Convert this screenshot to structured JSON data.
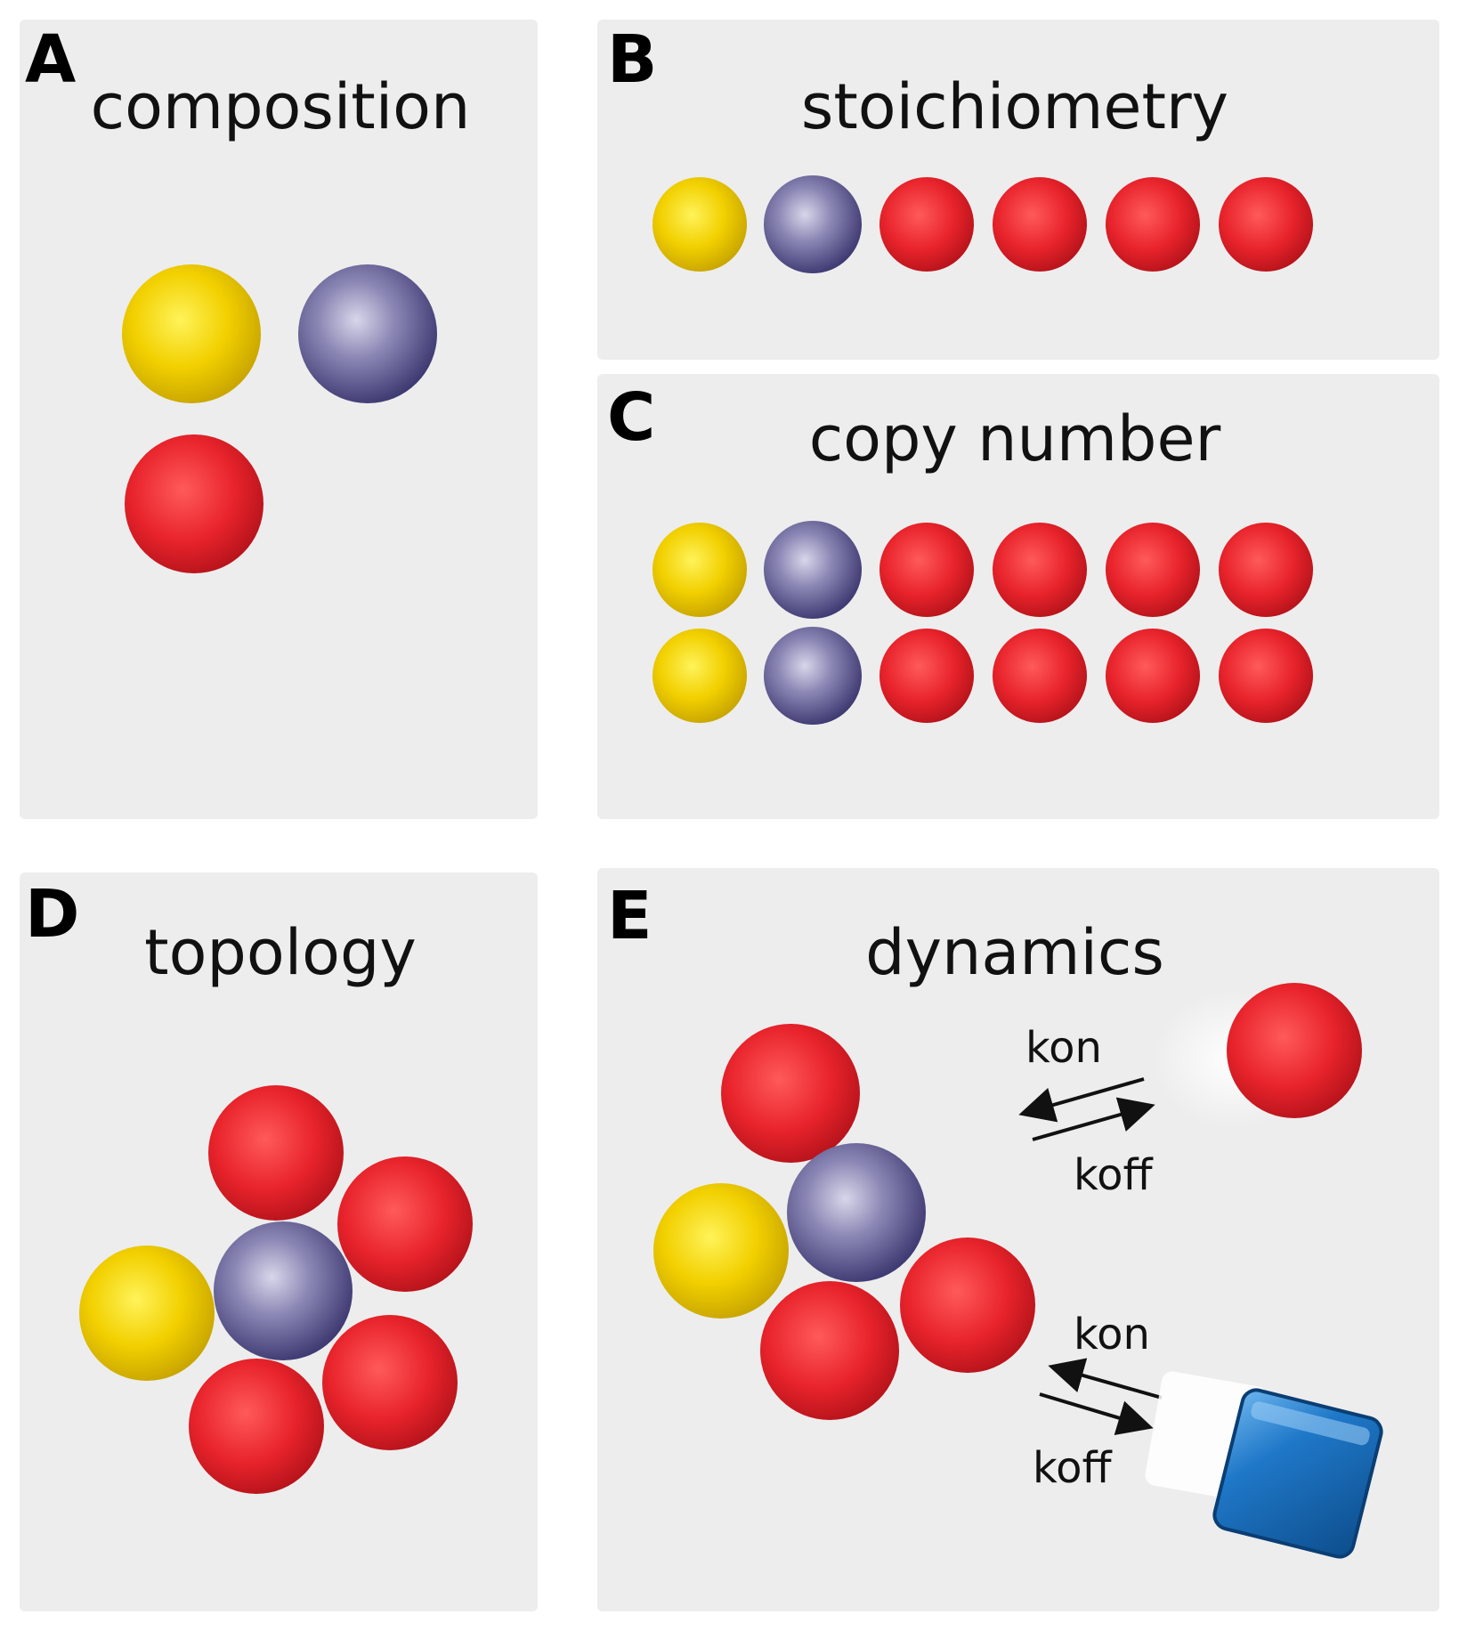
{
  "panels": {
    "A": {
      "letter": "A",
      "title": "composition"
    },
    "B": {
      "letter": "B",
      "title": "stoichiometry"
    },
    "C": {
      "letter": "C",
      "title": "copy number"
    },
    "D": {
      "letter": "D",
      "title": "topology"
    },
    "E": {
      "letter": "E",
      "title": "dynamics"
    }
  },
  "rates": {
    "top_on": "kon",
    "top_off": "koff",
    "bottom_on": "kon",
    "bottom_off": "koff"
  },
  "colors": {
    "panel_bg": "#ededed",
    "yellow": "#f2d000",
    "purple": "#6a6698",
    "red": "#e8232b",
    "blue": "#1f78c8"
  }
}
